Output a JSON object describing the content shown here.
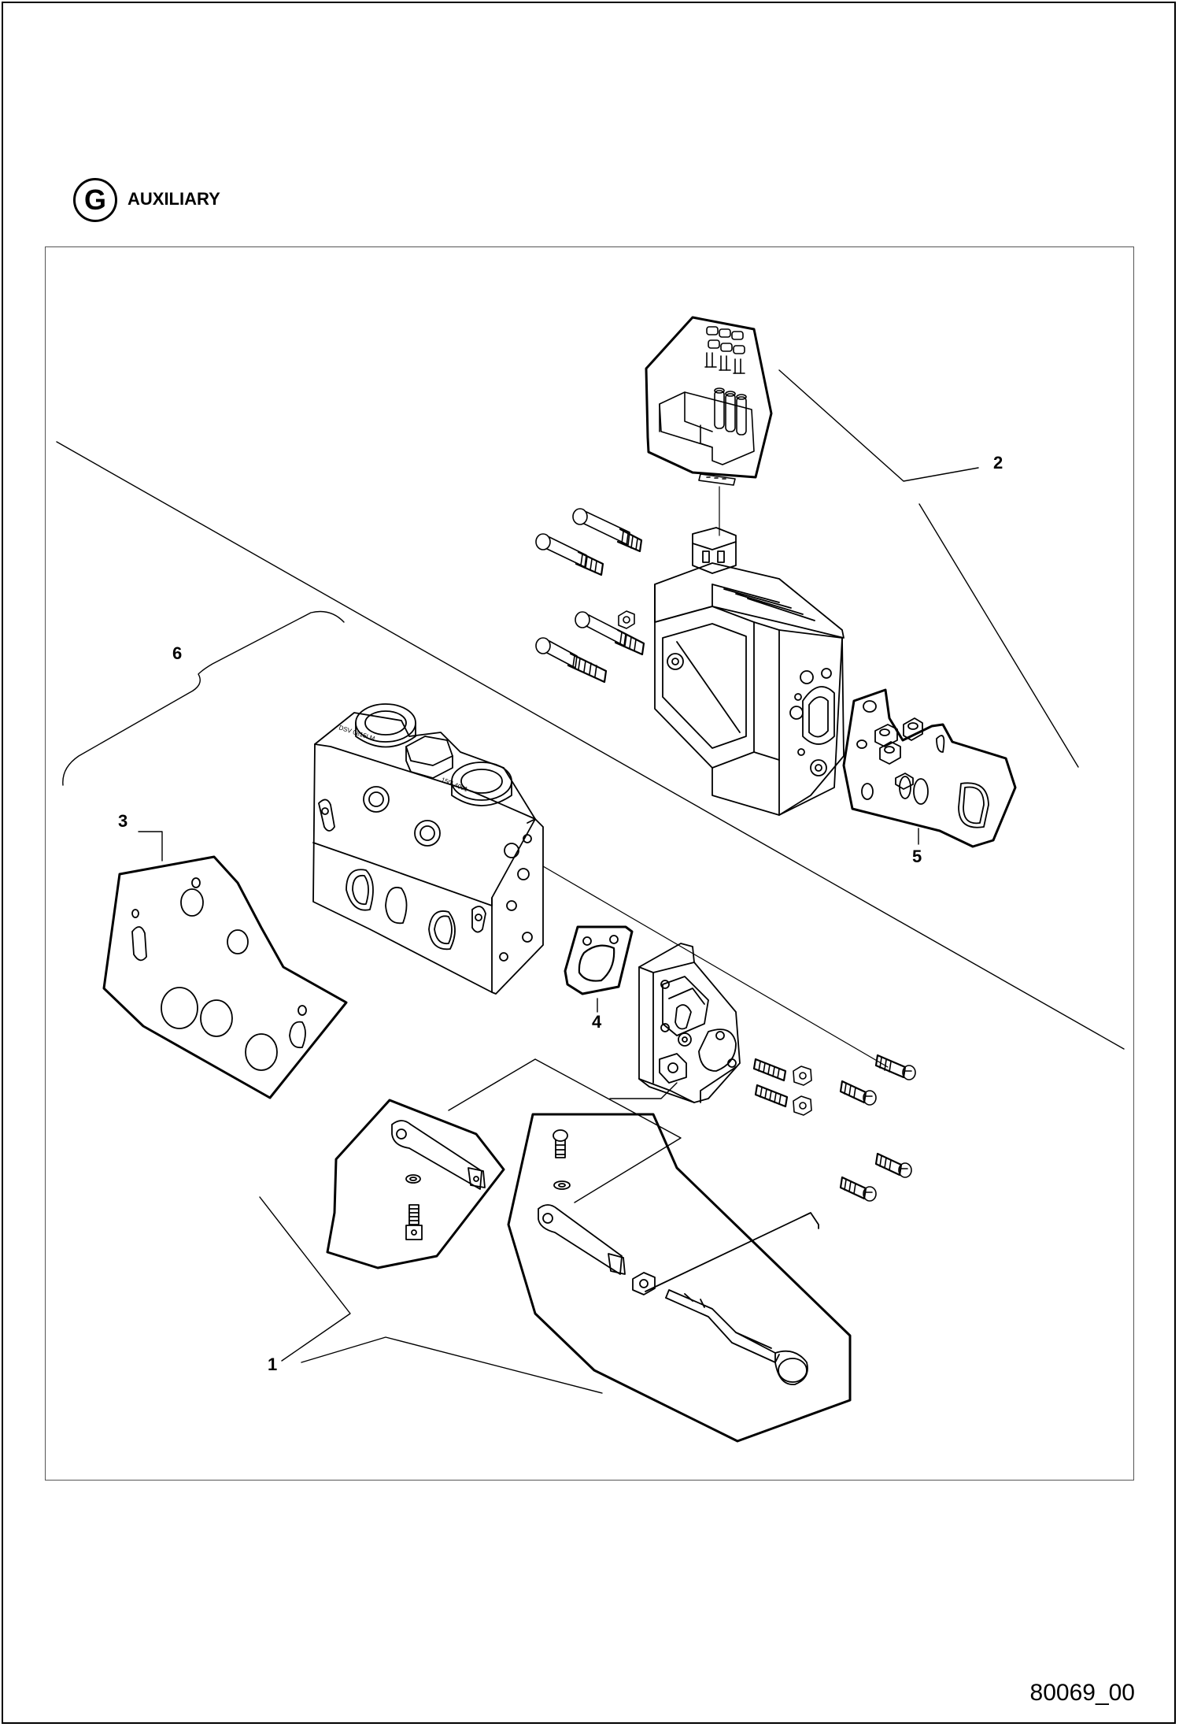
{
  "header": {
    "section_letter": "G",
    "section_title": "AUXILIARY"
  },
  "callouts": [
    {
      "id": "1",
      "label": "1"
    },
    {
      "id": "2",
      "label": "2"
    },
    {
      "id": "3",
      "label": "3"
    },
    {
      "id": "4",
      "label": "4"
    },
    {
      "id": "5",
      "label": "5"
    },
    {
      "id": "6",
      "label": "6"
    }
  ],
  "valve_stamps": {
    "primary": "DSV 0815LM",
    "secondary": "150L4001"
  },
  "drawing_number": "80069_00",
  "colors": {
    "line": "#000000",
    "frame": "#555555",
    "background": "#ffffff"
  }
}
